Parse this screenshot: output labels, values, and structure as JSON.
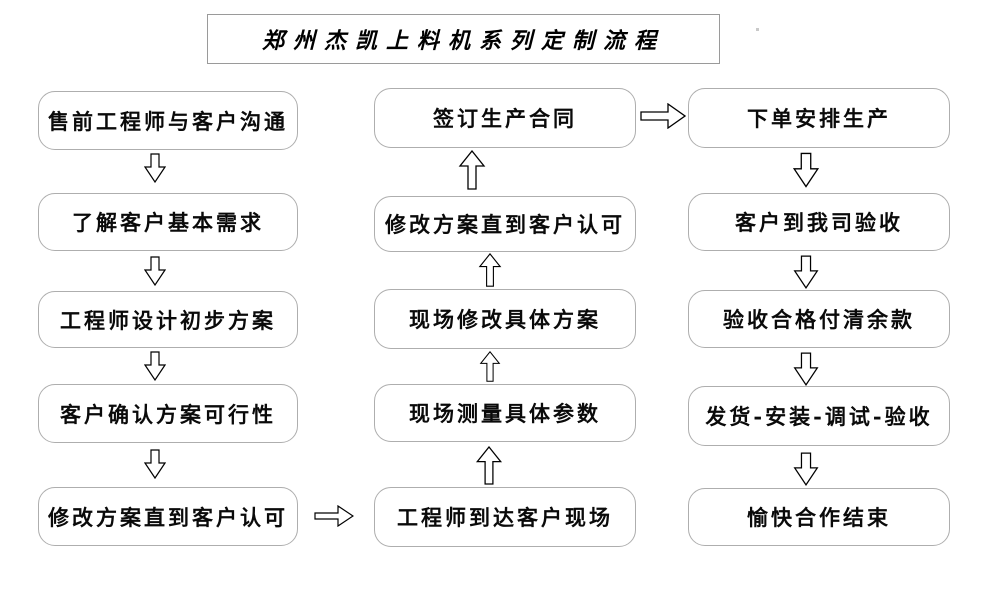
{
  "title": "郑州杰凯上料机系列定制流程",
  "columns": {
    "left": [
      "售前工程师与客户沟通",
      "了解客户基本需求",
      "工程师设计初步方案",
      "客户确认方案可行性",
      "修改方案直到客户认可"
    ],
    "middle": [
      "签订生产合同",
      "修改方案直到客户认可",
      "现场修改具体方案",
      "现场测量具体参数",
      "工程师到达客户现场"
    ],
    "right": [
      "下单安排生产",
      "客户到我司验收",
      "验收合格付清余款",
      "发货-安装-调试-验收",
      "愉快合作结束"
    ]
  },
  "colors": {
    "background": "#ffffff",
    "box_border": "#aeaeae",
    "title_border": "#9a9a9a",
    "arrow_outline": "#000000",
    "text": "#000000"
  }
}
